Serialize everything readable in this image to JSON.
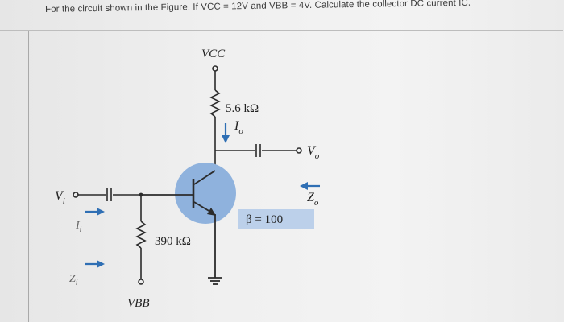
{
  "question": "For the circuit shown in the Figure, If VCC = 12V and VBB = 4V. Calculate the collector DC current IC.",
  "labels": {
    "vcc": "VCC",
    "vbb": "VBB",
    "rc": "5.6 kΩ",
    "rb": "390 kΩ",
    "beta": "β = 100",
    "io_main": "I",
    "io_sub": "o",
    "vo_main": "V",
    "vo_sub": "o",
    "vi_main": "V",
    "vi_sub": "i",
    "ii_main": "I",
    "ii_sub": "i",
    "zi_main": "Z",
    "zi_sub": "i",
    "zo_main": "Z",
    "zo_sub": "o"
  },
  "colors": {
    "wire": "#2b2b2b",
    "accent": "#2f6fb4",
    "transistor_fill": "#8fb2dd",
    "beta_box": "#bcd0ea"
  }
}
